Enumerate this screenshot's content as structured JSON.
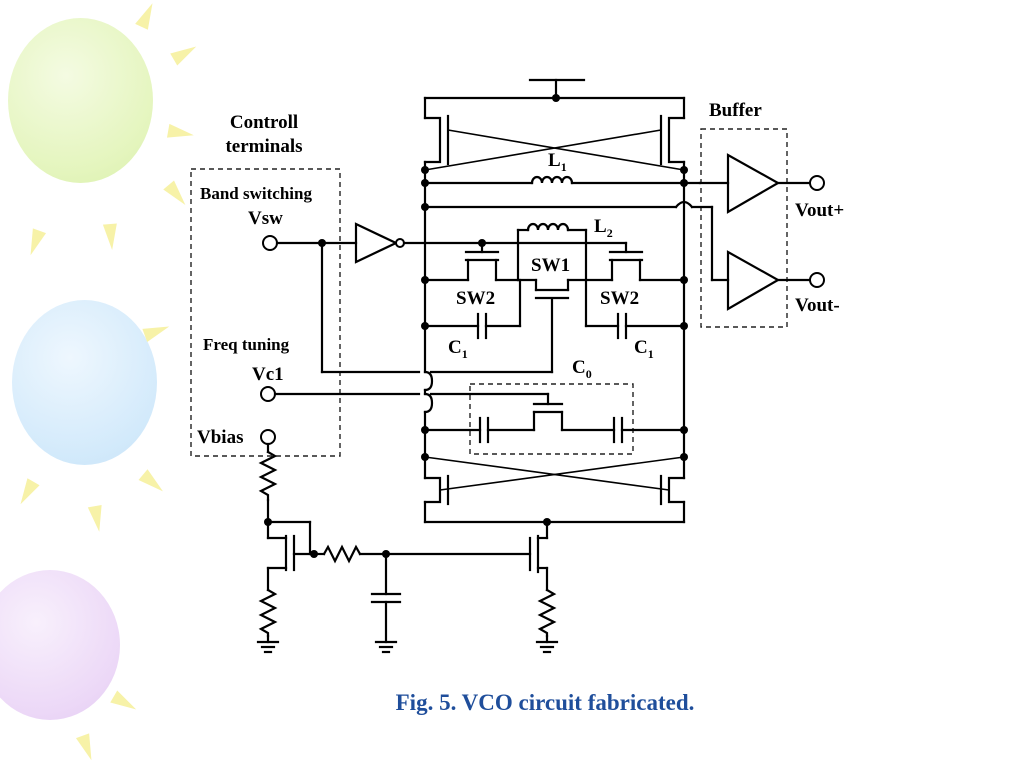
{
  "labels": {
    "controll_terminals_1": "Controll",
    "controll_terminals_2": "terminals",
    "band_switching": "Band switching",
    "vsw": "Vsw",
    "freq_tuning": "Freq tuning",
    "vc1": "Vc1",
    "vbias": "Vbias",
    "buffer": "Buffer",
    "vout_plus": "Vout+",
    "vout_minus": "Vout-",
    "l1": "L",
    "l1_sub": "1",
    "l2": "L",
    "l2_sub": "2",
    "sw1": "SW1",
    "sw2_left": "SW2",
    "sw2_right": "SW2",
    "c1_left": "C",
    "c1_left_sub": "1",
    "c1_right": "C",
    "c1_right_sub": "1",
    "c0": "C",
    "c0_sub": "0"
  },
  "caption": "Fig. 5. VCO circuit fabricated.",
  "colors": {
    "caption": "#1f4e9b",
    "ink": "#000000",
    "balloon_green": "#e8f7c4",
    "balloon_blue": "#d6ecfb",
    "balloon_purple": "#eedcf8",
    "ray_yellow": "#f7f2a8"
  }
}
